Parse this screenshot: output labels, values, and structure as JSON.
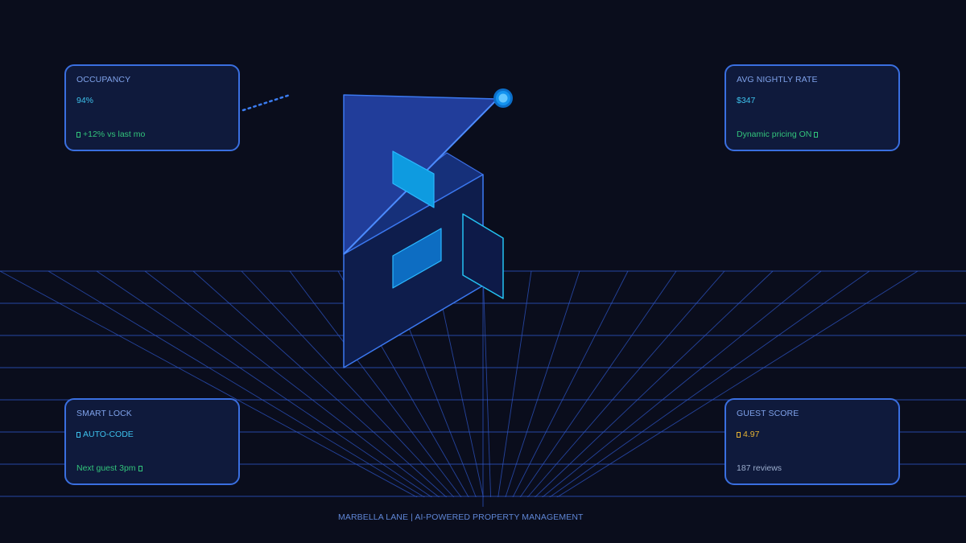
{
  "cards": {
    "occupancy": {
      "title": "OCCUPANCY",
      "value": "94%",
      "note": "+12% vs last mo",
      "note_icon": "trend-up-icon"
    },
    "rate": {
      "title": "AVG NIGHTLY RATE",
      "value": "$347",
      "note": "Dynamic pricing ON",
      "note_icon": "check-icon"
    },
    "lock": {
      "title": "SMART LOCK",
      "value": "AUTO-CODE",
      "value_icon": "lock-icon",
      "note": "Next guest 3pm",
      "note_icon": "check-icon"
    },
    "guest": {
      "title": "GUEST SCORE",
      "value": "4.97",
      "value_icon": "star-icon",
      "note": "187 reviews"
    }
  },
  "footer": {
    "text": "MARBELLA LANE  |  AI-POWERED PROPERTY MANAGEMENT"
  },
  "colors": {
    "background": "#0a0d1c",
    "grid": "#2e56c8",
    "accent": "#3dc1ec",
    "positive": "#32c47b",
    "gold": "#e7b433",
    "card_border": "#3a6fe0"
  }
}
